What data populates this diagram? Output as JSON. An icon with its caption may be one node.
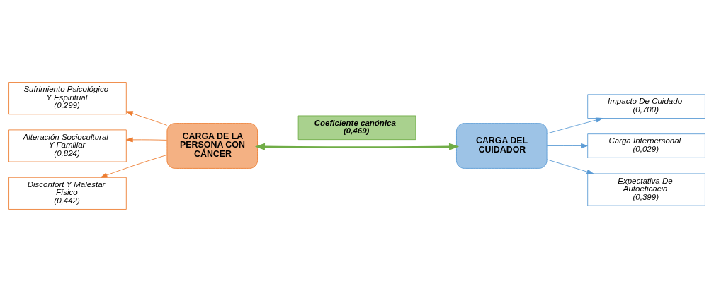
{
  "diagram": {
    "nodes": [
      {
        "text": [
          "Coeficiente canónica",
          "(0,469)"
        ]
      },
      {
        "text": [
          "CARGA DE LA PERSONA CON CÁNCER"
        ]
      },
      {
        "text": [
          "CARGA DEL CUIDADOR"
        ]
      },
      {
        "text": [
          "Sufrimiento Psicológico Y Espiritual",
          "(0,299)"
        ]
      },
      {
        "text": [
          "Alteración Sociocultural Y Familiar",
          "(0,824)"
        ]
      },
      {
        "text": [
          "Disconfort Y Malestar Físico",
          "(0,442)"
        ]
      },
      {
        "text": [
          "Impacto De Cuidado",
          "(0,700)"
        ]
      },
      {
        "text": [
          "Carga Interpersonal",
          "(0,029)"
        ]
      },
      {
        "text": [
          "Expectativa De Autoeficacia",
          "(0,399)"
        ]
      }
    ],
    "edges": [
      {
        "from": 1,
        "to": 2,
        "arrow": "both",
        "style": "thick",
        "color": "#70ad47"
      },
      {
        "from": 1,
        "to": 3,
        "arrow": "to",
        "color": "#ed7d31"
      },
      {
        "from": 1,
        "to": 4,
        "arrow": "to",
        "color": "#ed7d31"
      },
      {
        "from": 1,
        "to": 5,
        "arrow": "to",
        "color": "#ed7d31"
      },
      {
        "from": 2,
        "to": 6,
        "arrow": "to",
        "color": "#5b9bd5"
      },
      {
        "from": 2,
        "to": 7,
        "arrow": "to",
        "color": "#5b9bd5"
      },
      {
        "from": 2,
        "to": 8,
        "arrow": "to",
        "color": "#5b9bd5"
      }
    ]
  }
}
